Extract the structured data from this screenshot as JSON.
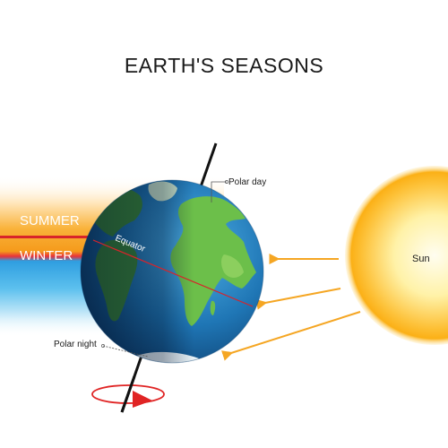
{
  "title": "EARTH'S SEASONS",
  "labels": {
    "summer": "SUMMER",
    "winter": "WINTER",
    "equator": "Equator",
    "polar_day": "Polar day",
    "polar_night": "Polar night",
    "sun": "Sun"
  },
  "colors": {
    "summer_band": "#f7a81b",
    "winter_band": "#2fa5e0",
    "tropic_line": "#d8232a",
    "sun_core": "#fffbe0",
    "sun_edge": "#fbb416",
    "arrow": "#f5a623",
    "ocean": "#1d6fa8",
    "land": "#6cbf4a",
    "axis": "#111111",
    "rotation_arrow": "#e02424"
  }
}
